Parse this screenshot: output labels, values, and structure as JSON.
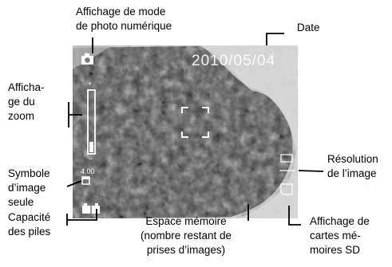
{
  "screen": {
    "date_readout": "2010/05/04",
    "zoom_readout": "4.00"
  },
  "labels": {
    "mode": "Affichage de mode\nde photo numérique",
    "date": "Date",
    "zoom": "Afficha-\nge du\nzoom",
    "single": "Symbole\nd’image\nseule",
    "resolution": "Résolution\nde l’image",
    "battery": "Capacité\ndes piles",
    "memory": "Espace mémoire\n(nombre restant de\nprises d’images)",
    "sd": "Affichage de\ncartes mé-\nmoires SD"
  },
  "colors": {
    "leader_line": "#000000",
    "overlay_icon": "#ffffff"
  },
  "icons": [
    "camera-icon",
    "zoom-bar-icon",
    "focus-frame-icon",
    "single-shot-icon",
    "battery-icon",
    "resolution-icon",
    "sd-card-icon"
  ]
}
